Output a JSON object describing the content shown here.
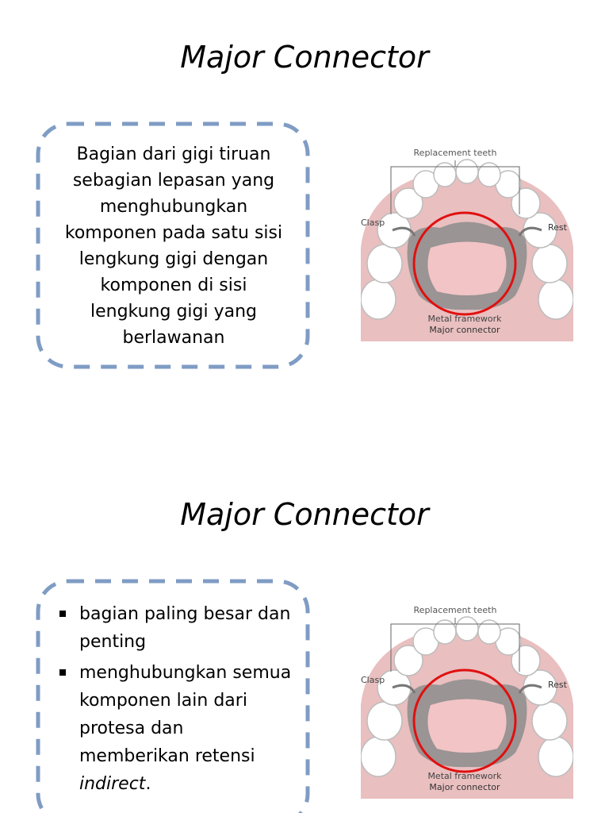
{
  "slide1": {
    "title": "Major Connector",
    "description": "Bagian dari gigi tiruan sebagian lepasan yang menghubungkan komponen pada satu sisi lengkung gigi dengan komponen di sisi lengkung gigi yang berlawanan"
  },
  "slide2": {
    "title": "Major Connector",
    "bullets": [
      {
        "text": "bagian paling besar dan penting"
      },
      {
        "text": "menghubungkan semua komponen lain dari protesa dan memberikan retensi ",
        "em": "indirect",
        "after": "."
      }
    ]
  },
  "illustration": {
    "label_top": "Replacement teeth",
    "label_left": "Clasp",
    "label_right": "Rest",
    "label_bottom1": "Metal framework",
    "label_bottom2": "Major connector",
    "highlight_color": "#e01010",
    "frame_color": "#7f9cc4"
  }
}
